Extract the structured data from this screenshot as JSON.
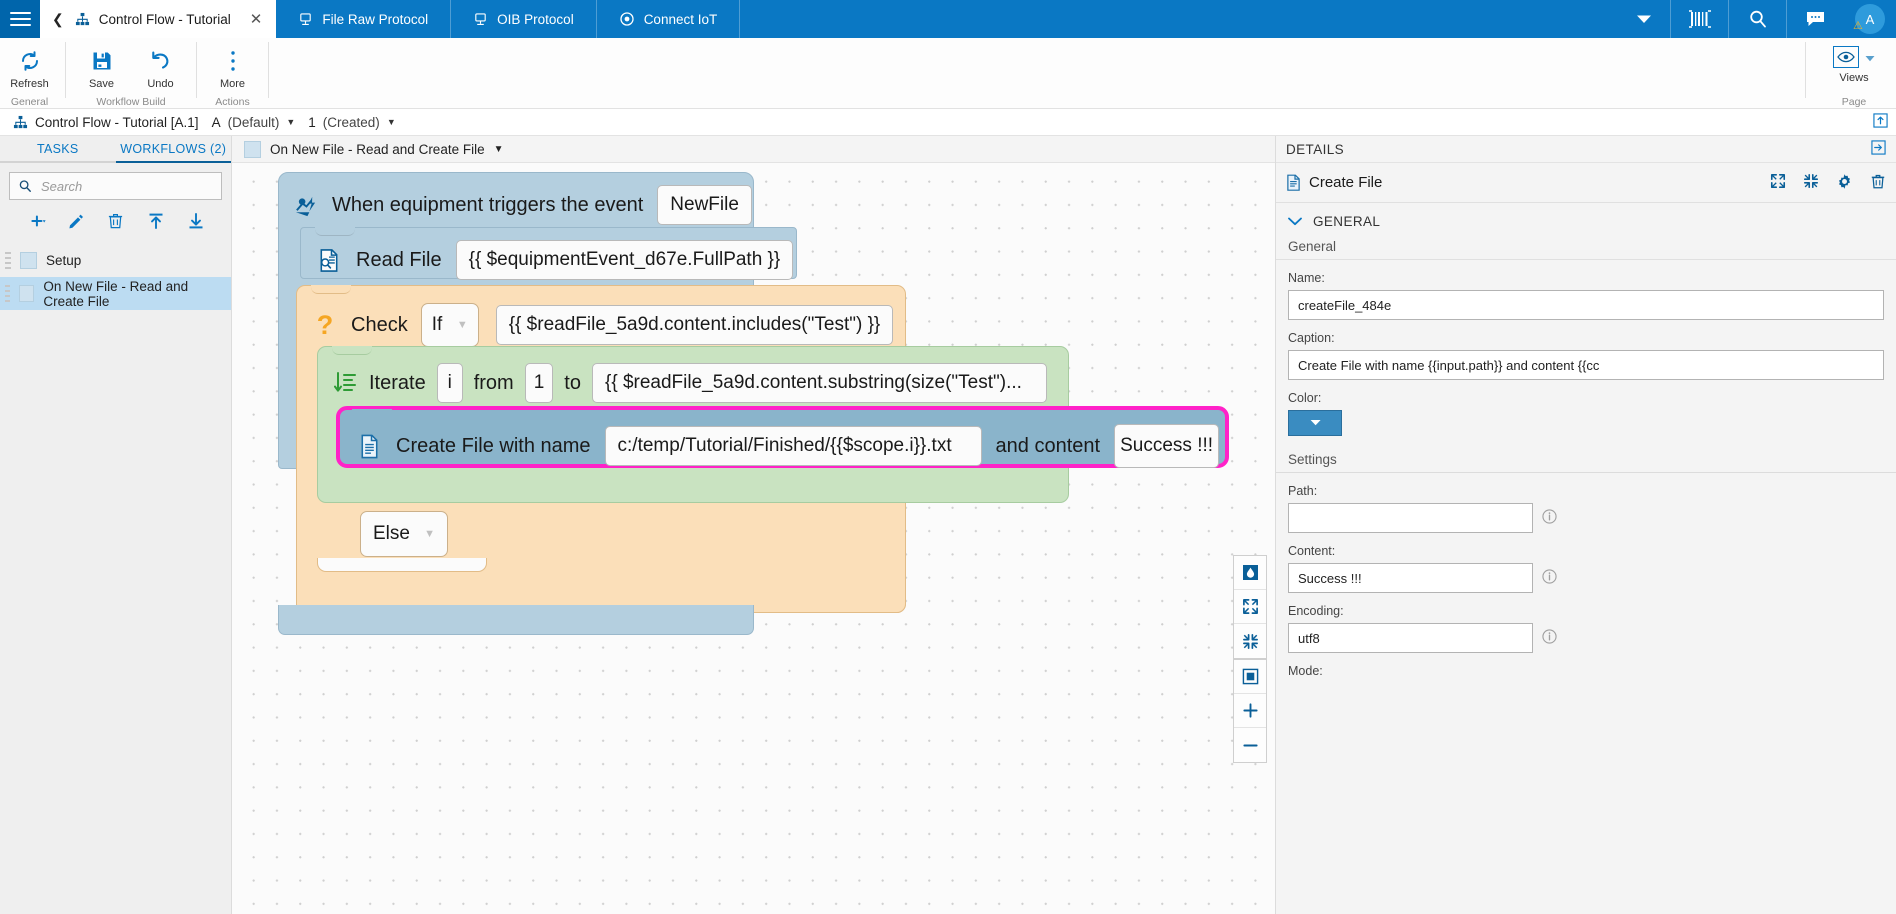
{
  "topbar": {
    "menu_icon": "hamburger-icon",
    "tabs": [
      {
        "label": "Control Flow - Tutorial",
        "icon": "workflow-icon",
        "active": true,
        "closable": true
      },
      {
        "label": "File Raw Protocol",
        "icon": "device-icon",
        "active": false
      },
      {
        "label": "OIB Protocol",
        "icon": "device-icon",
        "active": false
      },
      {
        "label": "Connect IoT",
        "icon": "target-icon",
        "active": false
      }
    ],
    "right_icons": [
      "chevron-down-icon",
      "barcode-icon",
      "search-icon",
      "chat-icon"
    ],
    "avatar_initial": "A"
  },
  "ribbon": {
    "groups": [
      {
        "caption": "General",
        "buttons": [
          {
            "label": "Refresh",
            "icon": "refresh-icon"
          }
        ]
      },
      {
        "caption": "Workflow Build",
        "buttons": [
          {
            "label": "Save",
            "icon": "save-icon"
          },
          {
            "label": "Undo",
            "icon": "undo-icon"
          }
        ]
      },
      {
        "caption": "Actions",
        "buttons": [
          {
            "label": "More",
            "icon": "more-vertical-icon"
          }
        ]
      }
    ],
    "views": {
      "label": "Views",
      "caption": "Page",
      "icon": "eye-icon"
    }
  },
  "breadcrumb": {
    "icon": "workflow-icon",
    "title": "Control Flow - Tutorial [A.1]",
    "version": "A",
    "version_state": "(Default)",
    "revision": "1",
    "revision_state": "(Created)",
    "right_icon": "export-icon"
  },
  "left_panel": {
    "tabs": [
      {
        "label": "TASKS",
        "active": false
      },
      {
        "label": "WORKFLOWS (2)",
        "active": true
      }
    ],
    "search": {
      "placeholder": "Search",
      "value": "",
      "icon": "search-icon"
    },
    "actions": [
      {
        "name": "add-button",
        "icon": "plus-icon"
      },
      {
        "name": "edit-button",
        "icon": "pencil-icon"
      },
      {
        "name": "delete-button",
        "icon": "trash-icon"
      },
      {
        "name": "import-button",
        "icon": "upload-icon"
      },
      {
        "name": "export-button",
        "icon": "download-icon"
      }
    ],
    "items": [
      {
        "label": "Setup",
        "selected": false
      },
      {
        "label": "On New File - Read and Create File",
        "selected": true
      }
    ]
  },
  "canvas_header": {
    "title": "On New File - Read and Create File",
    "caret": "▼"
  },
  "workflow": {
    "trigger": {
      "icon": "equipment-event-icon",
      "label": "When equipment triggers the event",
      "event": "NewFile"
    },
    "read_file": {
      "icon": "read-file-icon",
      "label": "Read File",
      "path": "{{ $equipmentEvent_d67e.FullPath }}"
    },
    "check": {
      "icon": "question-icon",
      "label": "Check",
      "operator": "If",
      "condition": "{{ $readFile_5a9d.content.includes(\"Test\") }}"
    },
    "iterate": {
      "icon": "iterate-icon",
      "label": "Iterate",
      "variable": "i",
      "from_label": "from",
      "from_value": "1",
      "to_label": "to",
      "to_value": "{{ $readFile_5a9d.content.substring(size(\"Test\")..."
    },
    "create_file": {
      "icon": "create-file-icon",
      "label": "Create File with name",
      "name_value": "c:/temp/Tutorial/Finished/{{$scope.i}}.txt",
      "and_label": "and content",
      "content_value": "Success !!!",
      "selected": true,
      "selection_color": "#ff22c8"
    },
    "else": {
      "label": "Else",
      "caret": "▼"
    }
  },
  "canvas_tools": [
    {
      "name": "color-picker-tool",
      "icon": "droplet-icon"
    },
    {
      "name": "expand-all-tool",
      "icon": "expand-icon"
    },
    {
      "name": "collapse-all-tool",
      "icon": "collapse-icon"
    },
    {
      "name": "fit-to-screen-tool",
      "icon": "fit-screen-icon"
    },
    {
      "name": "zoom-in-tool",
      "icon": "plus-icon"
    },
    {
      "name": "zoom-out-tool",
      "icon": "minus-icon"
    }
  ],
  "details": {
    "panel_title": "DETAILS",
    "expand_icon": "panel-expand-icon",
    "node": {
      "icon": "create-file-icon",
      "name": "Create File",
      "actions": [
        "expand-icon",
        "collapse-icon",
        "gear-icon",
        "trash-icon"
      ]
    },
    "section": {
      "label": "GENERAL",
      "chevron": "chevron-down-icon"
    },
    "group_label": "General",
    "fields": [
      {
        "caption": "Name:",
        "value": "createFile_484e",
        "name": "name-field",
        "info": false
      },
      {
        "caption": "Caption:",
        "value": "Create File with name {{input.path}} and content {{cc",
        "name": "caption-field",
        "info": false
      },
      {
        "caption": "Color:",
        "value": "",
        "name": "color-field",
        "type": "color",
        "color": "#3a8cc1"
      }
    ],
    "settings_label": "Settings",
    "settings_fields": [
      {
        "caption": "Path:",
        "value": "",
        "name": "path-field",
        "info": true
      },
      {
        "caption": "Content:",
        "value": "Success !!!",
        "name": "content-field",
        "info": true
      },
      {
        "caption": "Encoding:",
        "value": "utf8",
        "name": "encoding-field",
        "info": true
      },
      {
        "caption": "Mode:",
        "value": "",
        "name": "mode-field",
        "info": false
      }
    ]
  }
}
